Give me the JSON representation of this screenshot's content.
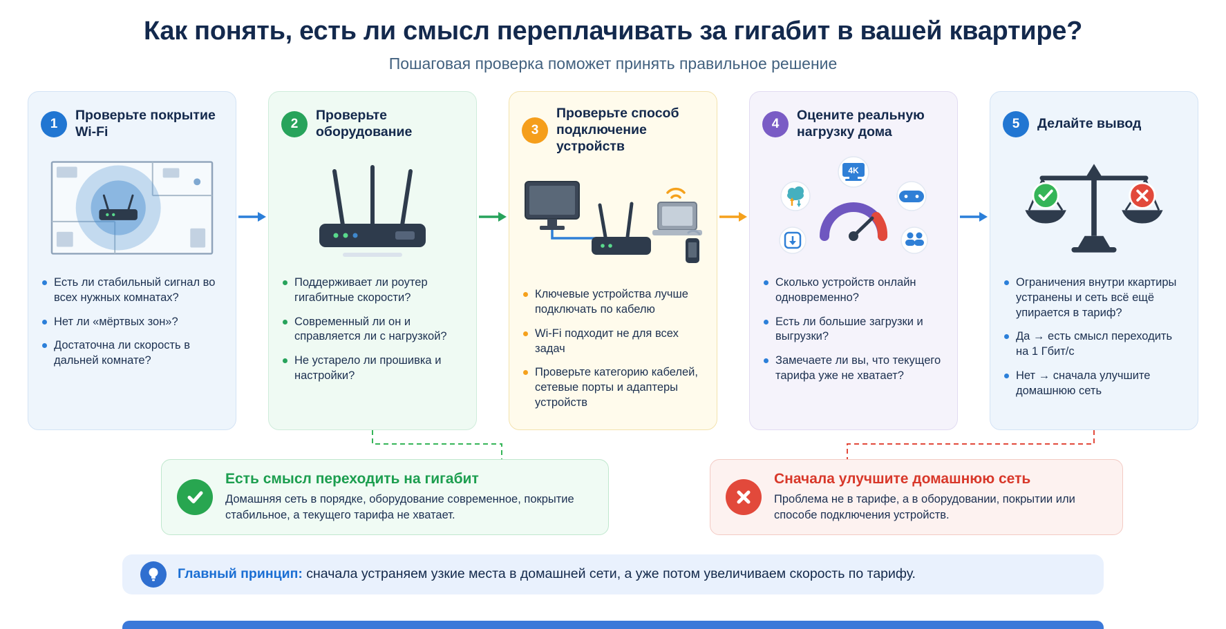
{
  "header": {
    "title": "Как понять, есть ли смысл переплачивать за гигабит в вашей квартире?",
    "subtitle": "Пошаговая проверка поможет принять правильное решение"
  },
  "steps": [
    {
      "number": "1",
      "title": "Проверьте покрытие Wi-Fi",
      "accent": "#2176d2",
      "icon": "wifi-coverage-floorplan",
      "bullets": [
        "Есть ли стабильный сигнал во всех нужных комнатах?",
        "Нет ли «мёртвых зон»?",
        "Достаточна ли скорость в дальней комнате?"
      ]
    },
    {
      "number": "2",
      "title": "Проверьте оборудование",
      "accent": "#27a35b",
      "icon": "router",
      "bullets": [
        "Поддерживает ли роутер гигабитные скорости?",
        "Современный ли он и справляется ли с нагрузкой?",
        "Не устарело ли прошивка и настройки?"
      ]
    },
    {
      "number": "3",
      "title": "Проверьте способ подключение устройств",
      "accent": "#f59e1b",
      "icon": "wired-and-wireless-devices",
      "bullets": [
        "Ключевые устройства лучше подключать по кабелю",
        "Wi-Fi подходит не для всех задач",
        "Проверьте категорию кабелей, сетевые порты и адаптеры устройств"
      ]
    },
    {
      "number": "4",
      "title": "Оцените реальную нагрузку дома",
      "accent": "#7a5cc5",
      "icon": "load-gauge",
      "gauge_label": "4K",
      "bullets": [
        "Сколько устройств онлайн одновременно?",
        "Есть ли большие загрузки и выгрузки?",
        "Замечаете ли вы, что текущего тарифа уже не хватает?"
      ]
    },
    {
      "number": "5",
      "title": "Делайте вывод",
      "accent": "#2176d2",
      "icon": "balance-scales",
      "bullets": [
        "Ограничения внутри ккартиры устранены и сеть всё ещё упирается в тариф?",
        "Да → есть смысл переходить на 1 Гбит/с",
        "Нет → сначала улучшите домашнюю сеть"
      ]
    }
  ],
  "arrows": [
    {
      "color": "#2b7fd9"
    },
    {
      "color": "#27a35b"
    },
    {
      "color": "#f5a11c"
    },
    {
      "color": "#2b7fd9"
    }
  ],
  "outcomes": {
    "positive": {
      "icon": "check",
      "accent": "#28a650",
      "title": "Есть смысл переходить на гигабит",
      "text": "Домашняя сеть в порядке, оборудование современное, покрытие стабильное, а текущего тарифа не хватает."
    },
    "negative": {
      "icon": "cross",
      "accent": "#e2493b",
      "title": "Сначала улучшите домашнюю сеть",
      "text": "Проблема не в тарифе, а в оборудовании, покрытии или способе подключения устройств."
    }
  },
  "principle": {
    "icon": "lightbulb",
    "accent": "#2f6fd0",
    "label": "Главный принцип:",
    "text": "сначала устраняем узкие места в домашней сети, а уже потом увеличиваем скорость по тарифу."
  }
}
